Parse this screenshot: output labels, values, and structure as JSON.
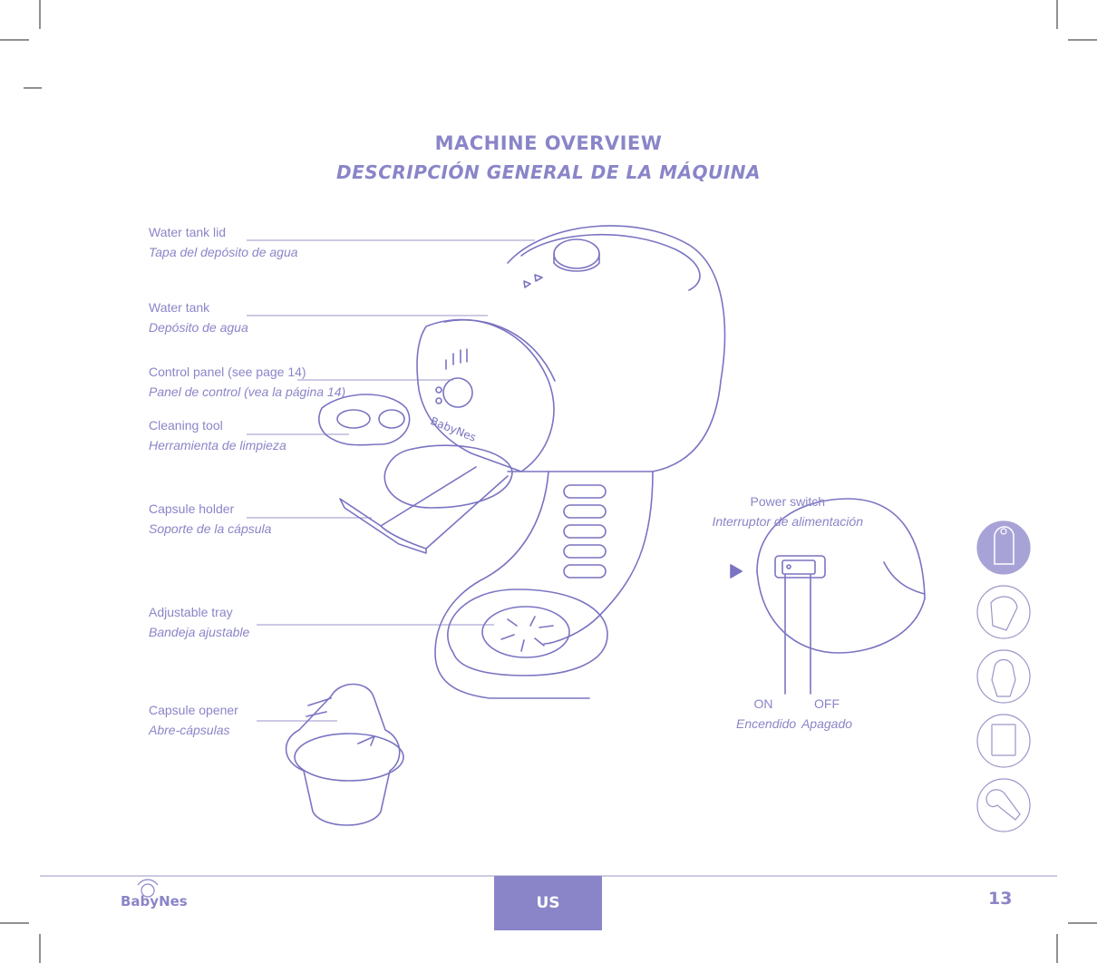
{
  "header": {
    "title_en": "MACHINE OVERVIEW",
    "title_es": "DESCRIPCIÓN GENERAL DE LA MÁQUINA"
  },
  "labels": [
    {
      "en": "Water tank lid",
      "es": "Tapa del depósito de agua"
    },
    {
      "en": "Water tank",
      "es": "Depósito de agua"
    },
    {
      "en": "Control panel (see page 14)",
      "es": "Panel de control (vea la página 14)"
    },
    {
      "en": "Cleaning tool",
      "es": "Herramienta de limpieza"
    },
    {
      "en": "Capsule holder",
      "es": "Soporte de la cápsula"
    },
    {
      "en": "Adjustable tray",
      "es": "Bandeja ajustable"
    },
    {
      "en": "Capsule opener",
      "es": "Abre-cápsulas"
    }
  ],
  "power_switch": {
    "en": "Power switch",
    "es": "Interruptor de alimentación",
    "on_en": "ON",
    "on_es": "Encendido",
    "off_en": "OFF",
    "off_es": "Apagado"
  },
  "machine_brand": "BabyNes",
  "side_nav": {
    "icons": [
      "machine-icon",
      "capsule-holder-icon",
      "capsule-opener-icon",
      "manual-icon",
      "wrench-icon"
    ],
    "active_index": 0
  },
  "footer": {
    "logo": "BabyNes",
    "language_tab": "US",
    "page_number": "13"
  },
  "colors": {
    "accent": "#8a85c8",
    "line": "#7a74c2",
    "leader": "#9a96c8"
  }
}
